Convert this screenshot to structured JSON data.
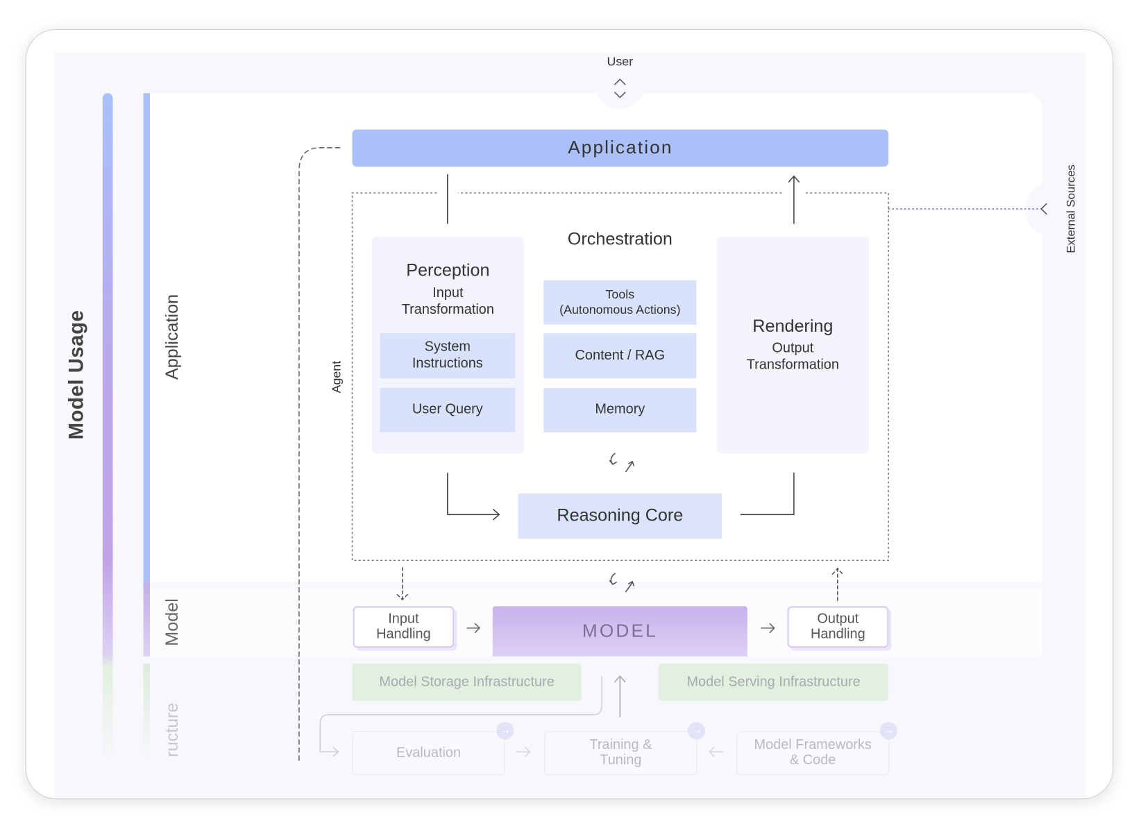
{
  "layers": {
    "model_usage": "Model Usage",
    "application": "Application",
    "model": "Model",
    "infrastructure": "ructure"
  },
  "user": "User",
  "external_sources": "External Sources",
  "application_bar": "Application",
  "agent": "Agent",
  "orchestration": {
    "title": "Orchestration",
    "items": [
      "Tools\n(Autonomous Actions)",
      "Content / RAG",
      "Memory"
    ]
  },
  "perception": {
    "title": "Perception",
    "subtitle": "Input\nTransformation",
    "items": [
      "System\nInstructions",
      "User Query"
    ]
  },
  "rendering": {
    "title": "Rendering",
    "subtitle": "Output\nTransformation"
  },
  "reasoning_core": "Reasoning Core",
  "model_row": {
    "input": "Input\nHandling",
    "model": "MODEL",
    "output": "Output\nHandling"
  },
  "infrastructure": {
    "storage": "Model Storage Infrastructure",
    "serving": "Model Serving Infrastructure",
    "evaluation": "Evaluation",
    "training": "Training &\nTuning",
    "frameworks": "Model Frameworks\n& Code"
  },
  "colors": {
    "application_blue": "#a9c1f8",
    "box_blue": "#d8e2fa",
    "model_purple": "#cdb8ee",
    "infra_green": "#e2f1df"
  }
}
